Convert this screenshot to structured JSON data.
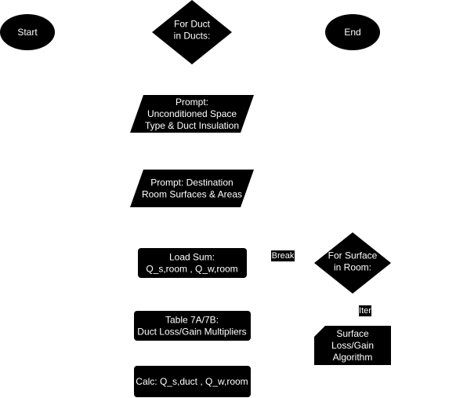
{
  "colors": {
    "background": "#ffffff",
    "node_fill": "#000000",
    "node_text": "#ffffff"
  },
  "nodes": {
    "start": {
      "lines": [
        "Start"
      ]
    },
    "end": {
      "lines": [
        "End"
      ]
    },
    "for_duct": {
      "lines": [
        "For Duct",
        "in Ducts:"
      ]
    },
    "prompt_unconditioned": {
      "lines": [
        "Prompt:",
        "Unconditioned Space",
        "Type & Duct Insulation"
      ]
    },
    "prompt_destination": {
      "lines": [
        "Prompt: Destination",
        "Room Surfaces & Areas"
      ]
    },
    "load_sum": {
      "lines": [
        "Load Sum:",
        "Q_s,room , Q_w,room"
      ]
    },
    "table_7a7b": {
      "lines": [
        "Table 7A/7B:",
        "Duct Loss/Gain Multipliers"
      ]
    },
    "calc": {
      "lines": [
        "Calc: Q_s,duct , Q_w,room"
      ]
    },
    "for_surface": {
      "lines": [
        "For Surface",
        "in Room:"
      ]
    },
    "surface_algorithm": {
      "lines": [
        "Surface",
        "Loss/Gain",
        "Algorithm"
      ]
    }
  },
  "edge_labels": {
    "break": "Break",
    "iter": "Iter"
  }
}
